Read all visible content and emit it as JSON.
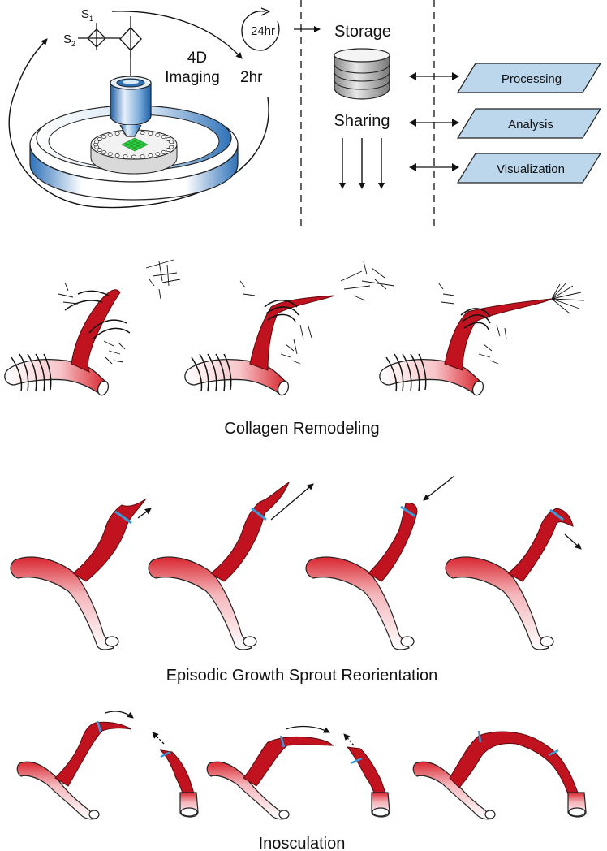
{
  "colors": {
    "vessel_red": "#c1121f",
    "vessel_pink": "#f4b6bb",
    "dish_blue": "#2f72b8",
    "box_fill": "#bcd6ec",
    "grid_green": "#2ecc40",
    "marker_blue": "#3a9ad9"
  },
  "setup": {
    "s1": "S",
    "s1_sub": "1",
    "s2": "S",
    "s2_sub": "2",
    "imaging_line1": "4D",
    "imaging_line2": "Imaging",
    "interval": "2hr",
    "cycle": "24hr"
  },
  "pipeline": {
    "storage": "Storage",
    "sharing": "Sharing",
    "boxes": [
      "Processing",
      "Analysis",
      "Visualization"
    ]
  },
  "sections": {
    "collagen": "Collagen Remodeling",
    "episodic": "Episodic Growth Sprout Reorientation",
    "inosculation": "Inosculation"
  }
}
